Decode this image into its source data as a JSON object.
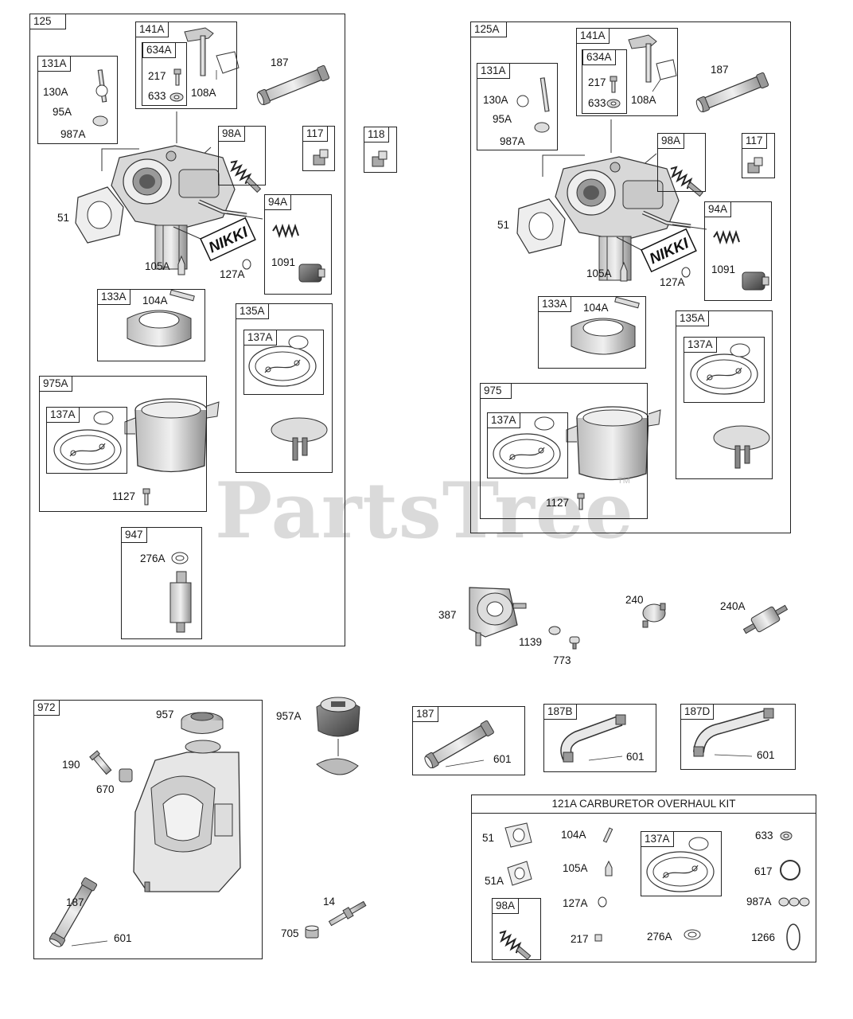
{
  "watermark": {
    "text": "PartsTree",
    "tm": "TM"
  },
  "boxes": {
    "b125": "125",
    "b125A": "125A",
    "b141A_l": "141A",
    "b634A_l": "634A",
    "b131A_l": "131A",
    "b98A_l": "98A",
    "b117_l": "117",
    "b118": "118",
    "b94A_l": "94A",
    "b133A_l": "133A",
    "b135A_l": "135A",
    "b137A_l1": "137A",
    "b975A": "975A",
    "b137A_l2": "137A",
    "b947": "947",
    "b141A_r": "141A",
    "b634A_r": "634A",
    "b131A_r": "131A",
    "b98A_r": "98A",
    "b117_r": "117",
    "b94A_r": "94A",
    "b133A_r": "133A",
    "b135A_r": "135A",
    "b137A_r1": "137A",
    "b975": "975",
    "b137A_r2": "137A",
    "b972": "972",
    "b187_box": "187",
    "b187B": "187B",
    "b187D": "187D",
    "kit137A": "137A",
    "kit98A": "98A"
  },
  "kit": {
    "title": "121A CARBURETOR OVERHAUL KIT"
  },
  "labels": {
    "l187a": "187",
    "l217a": "217",
    "l633a": "633",
    "l108Aa": "108A",
    "l130Aa": "130A",
    "l95Aa": "95A",
    "l987Aa": "987A",
    "l51a": "51",
    "l105Aa": "105A",
    "l127Aa": "127A",
    "l1091a": "1091",
    "l104Aa": "104A",
    "l1127a": "1127",
    "l276Aa": "276A",
    "l187b": "187",
    "l217b": "217",
    "l633b": "633",
    "l108Ab": "108A",
    "l130Ab": "130A",
    "l95Ab": "95A",
    "l987Ab": "987A",
    "l51b": "51",
    "l105Ab": "105A",
    "l127Ab": "127A",
    "l1091b": "1091",
    "l104Ab": "104A",
    "l1127b": "1127",
    "l387": "387",
    "l1139": "1139",
    "l773": "773",
    "l240": "240",
    "l240A": "240A",
    "l957": "957",
    "l957A": "957A",
    "l190": "190",
    "l670": "670",
    "l187c": "187",
    "l601c": "601",
    "l14": "14",
    "l705": "705",
    "l601d": "601",
    "l601e": "601",
    "l601f": "601",
    "k51": "51",
    "k51A": "51A",
    "k104A": "104A",
    "k105A": "105A",
    "k127A": "127A",
    "k217": "217",
    "k276A": "276A",
    "k633": "633",
    "k617": "617",
    "k987A": "987A",
    "k1266": "1266"
  },
  "brand": {
    "text": "NIKKI"
  }
}
